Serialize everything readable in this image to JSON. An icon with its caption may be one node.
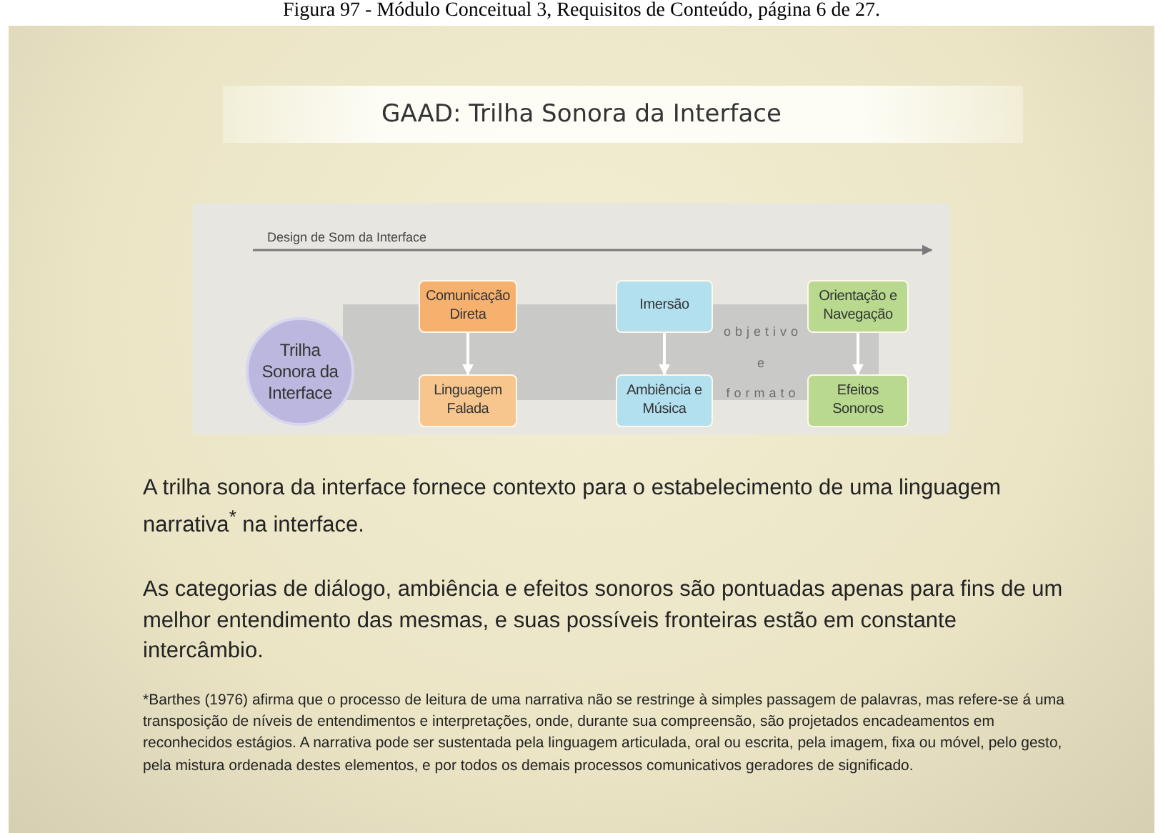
{
  "diagram": {
    "title": "GAAD: Trilha Sonora da Interface",
    "caption": "Figura 97 - Módulo Conceitual 3, Requisitos de Conteúdo, página 6 de 27.",
    "nodes": [
      {
        "text": [
          "Trilha Sonora da Interface"
        ]
      },
      {
        "text": [
          "Comunicação Direta"
        ]
      },
      {
        "text": [
          "Linguagem Falada"
        ]
      },
      {
        "text": [
          "Imersão"
        ]
      },
      {
        "text": [
          "Ambiência e Música"
        ]
      },
      {
        "text": [
          "Orientação e Navegação"
        ]
      },
      {
        "text": [
          "Efeitos Sonoros"
        ]
      }
    ],
    "edges": [
      {
        "from": 1,
        "to": 2,
        "arrow": "to"
      },
      {
        "from": 3,
        "to": 4,
        "arrow": "to"
      },
      {
        "from": 5,
        "to": 6,
        "arrow": "to"
      }
    ],
    "labels": [
      "Design de Som da Interface",
      "objetivo e formato",
      "A trilha sonora da interface fornece contexto para o estabelecimento de uma linguagem narrativa$^{*}$ na interface.",
      "As categorias de diálogo, ambiência e efeitos sonoros são pontuadas apenas para fins de um melhor entendimento das mesmas, e suas possíveis fronteiras estão em constante intercâmbio.",
      "*Barthes (1976) afirma que o processo de leitura de uma narrativa não se restringe à simples passagem de palavras, mas refere-se á uma transposição de níveis de entendimentos e interpretações, onde, durante sua compreensão, são projetados encadeamentos em reconhecidos estágios. A narrativa pode ser sustentada pela linguagem articulada, oral ou escrita, pela imagem, fixa ou móvel, pelo gesto, pela mistura ordenada destes elementos, e por todos os demais processos comunicativos geradores de significado."
    ]
  }
}
